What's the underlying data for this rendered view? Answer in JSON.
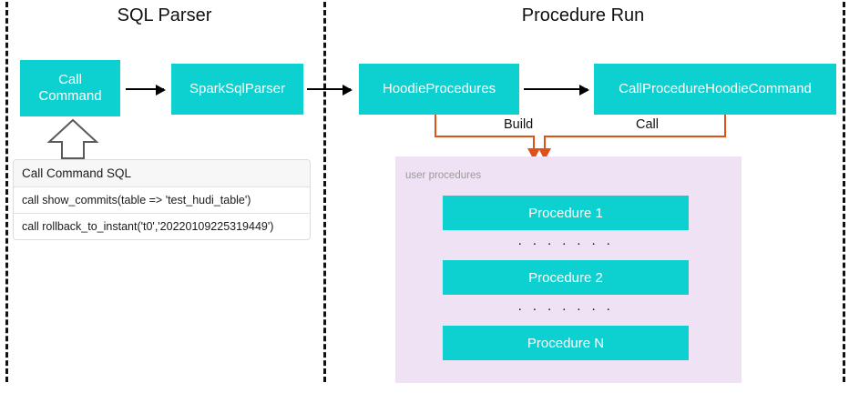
{
  "sections": [
    {
      "title": "SQL Parser"
    },
    {
      "title": "Procedure Run"
    }
  ],
  "colors": {
    "box_teal": "#0DD1D1",
    "panel_lavender": "#F0E2F5",
    "connector_orange": "#E0511A",
    "divider_black": "#111111",
    "panel_label_gray": "#9A9A9A"
  },
  "boxes": {
    "call_command": "Call\nCommand",
    "call_command_line1": "Call",
    "call_command_line2": "Command",
    "spark_sql_parser": "SparkSqlParser",
    "hoodie_procedures": "HoodieProcedures",
    "call_procedure_hoodie_command": "CallProcedureHoodieCommand"
  },
  "sql_table": {
    "header": "Call Command SQL",
    "rows": [
      "call show_commits(table => 'test_hudi_table')",
      "call rollback_to_instant('t0','20220109225319449')"
    ]
  },
  "connectors": {
    "build_label": "Build",
    "call_label": "Call"
  },
  "procedures_panel": {
    "label": "user procedures",
    "items": [
      {
        "kind": "bar",
        "label": "Procedure 1"
      },
      {
        "kind": "dots",
        "label": "· · · · · · ·"
      },
      {
        "kind": "bar",
        "label": "Procedure 2"
      },
      {
        "kind": "dots",
        "label": "· · · · · · ·"
      },
      {
        "kind": "bar",
        "label": "Procedure N"
      }
    ]
  }
}
